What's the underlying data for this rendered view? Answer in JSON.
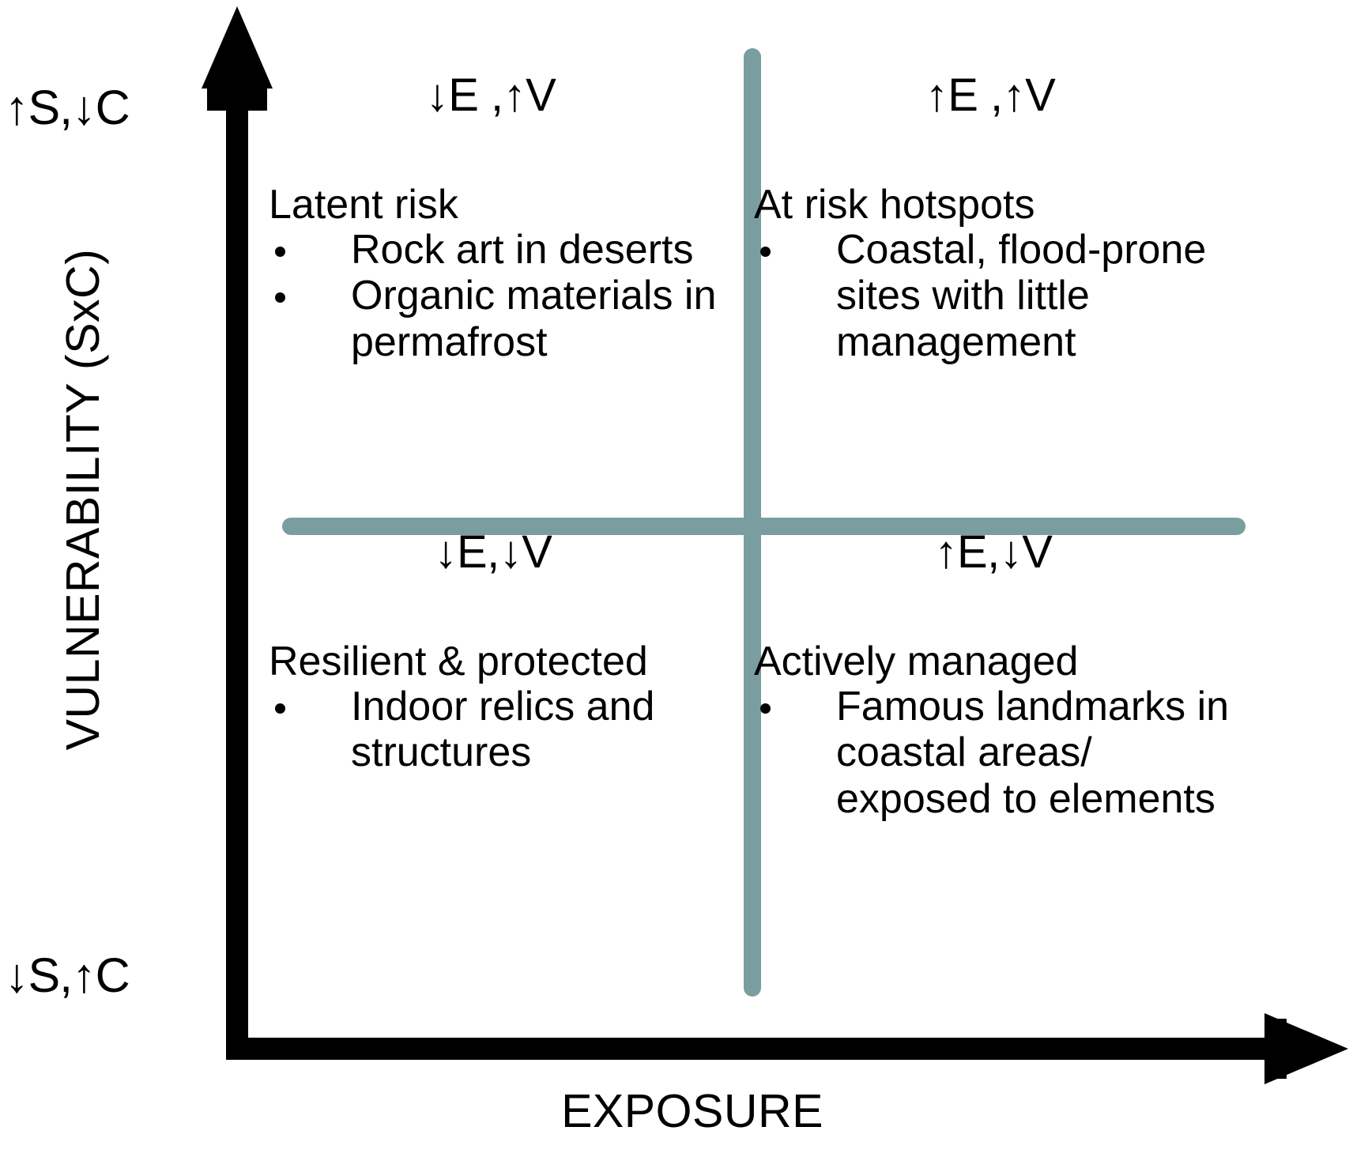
{
  "axes": {
    "y_label": "VULNERABILITY (SxC)",
    "x_label": "EXPOSURE",
    "y_top_label": "↑S,↓C",
    "y_bottom_label": "↓S,↑C",
    "axis_color": "#000000",
    "divider_color": "#7a9ea0"
  },
  "quadrants": {
    "top_left": {
      "header": "↓E ,↑V",
      "title": "Latent risk",
      "bullets": [
        "Rock art in deserts",
        "Organic materials in permafrost"
      ]
    },
    "top_right": {
      "header": "↑E ,↑V",
      "title": "At risk hotspots",
      "bullets": [
        "Coastal, flood-prone sites with little management"
      ]
    },
    "bottom_left": {
      "header": "↓E,↓V",
      "title": "Resilient & protected",
      "bullets": [
        "Indoor relics and structures"
      ]
    },
    "bottom_right": {
      "header": "↑E,↓V",
      "title": "Actively managed",
      "bullets": [
        "Famous landmarks in coastal areas/ exposed to elements"
      ]
    }
  },
  "chart_data": {
    "type": "table",
    "title": "",
    "xlabel": "EXPOSURE",
    "ylabel": "VULNERABILITY (SxC)",
    "x_axis_levels": [
      "low exposure (↓E)",
      "high exposure (↑E)"
    ],
    "y_axis_levels": [
      "low vulnerability (↓V, ↓S ↑C)",
      "high vulnerability (↑V, ↑S ↓C)"
    ],
    "grid": false,
    "legend": "none",
    "cells": [
      {
        "quadrant": "top-left",
        "x": "low exposure",
        "y": "high vulnerability",
        "code": "↓E ,↑V",
        "label": "Latent risk",
        "examples": [
          "Rock art in deserts",
          "Organic materials in permafrost"
        ]
      },
      {
        "quadrant": "top-right",
        "x": "high exposure",
        "y": "high vulnerability",
        "code": "↑E ,↑V",
        "label": "At risk hotspots",
        "examples": [
          "Coastal, flood-prone sites with little management"
        ]
      },
      {
        "quadrant": "bottom-left",
        "x": "low exposure",
        "y": "low vulnerability",
        "code": "↓E,↓V",
        "label": "Resilient & protected",
        "examples": [
          "Indoor relics and structures"
        ]
      },
      {
        "quadrant": "bottom-right",
        "x": "high exposure",
        "y": "low vulnerability",
        "code": "↑E,↓V",
        "label": "Actively managed",
        "examples": [
          "Famous landmarks in coastal areas/ exposed to elements"
        ]
      }
    ]
  }
}
